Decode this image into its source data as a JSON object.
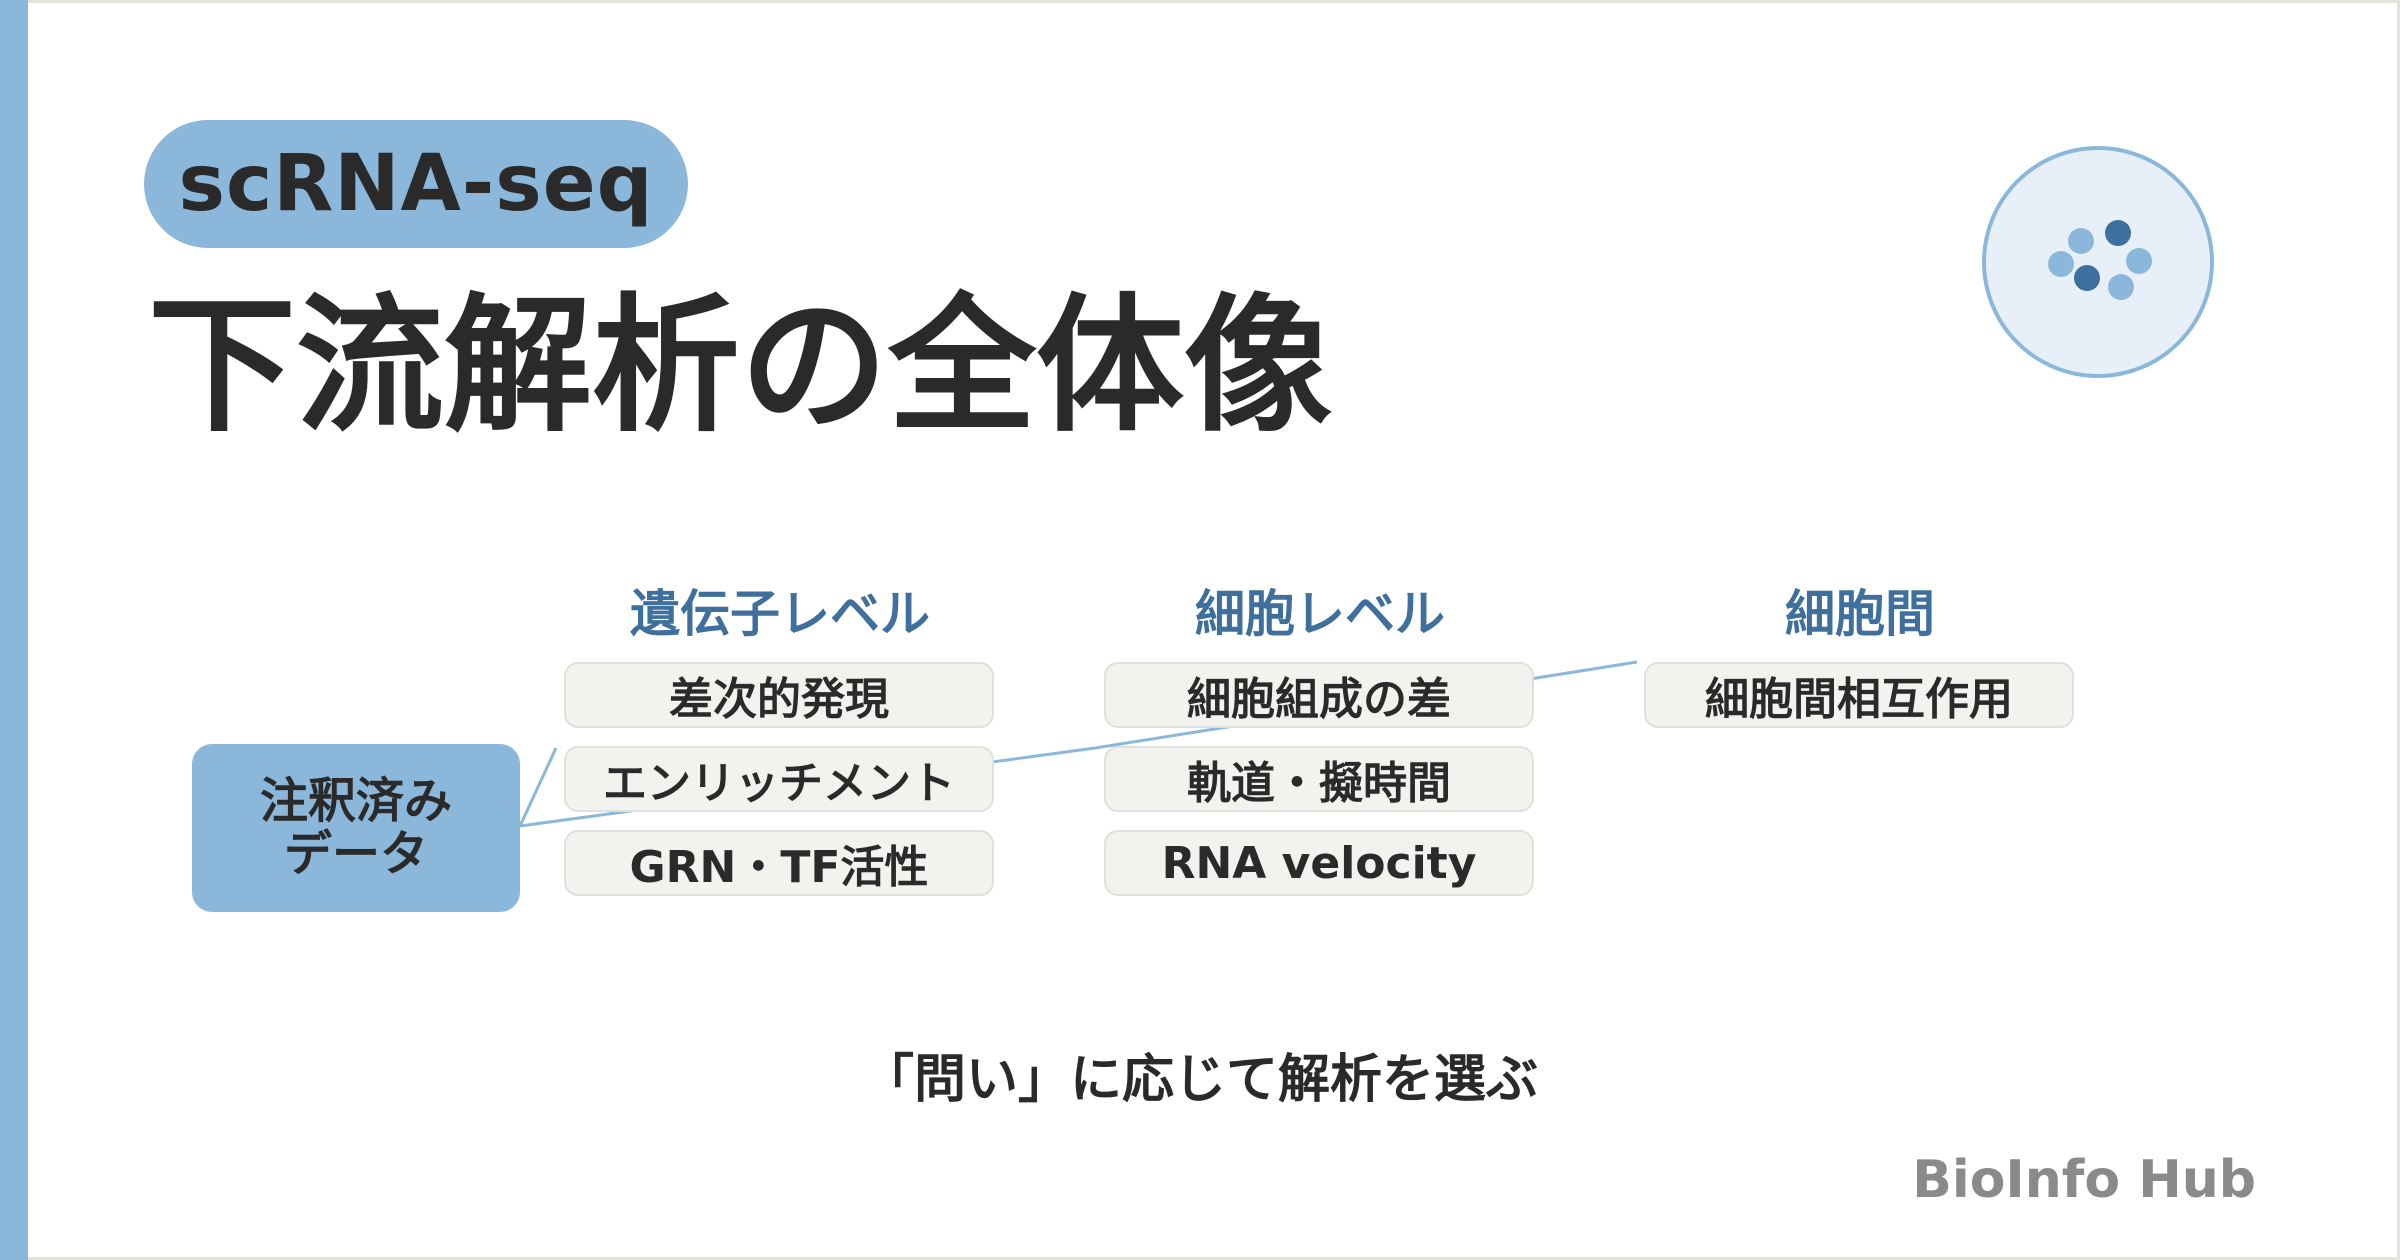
{
  "tag": "scRNA-seq",
  "title": "下流解析の全体像",
  "source_box": {
    "line1": "注釈済み",
    "line2": "データ"
  },
  "columns": [
    {
      "heading": "遺伝子レベル",
      "items": [
        "差次的発現",
        "エンリッチメント",
        "GRN・TF活性"
      ]
    },
    {
      "heading": "細胞レベル",
      "items": [
        "細胞組成の差",
        "軌道・擬時間",
        "RNA velocity"
      ]
    },
    {
      "heading": "細胞間",
      "items": [
        "細胞間相互作用"
      ]
    }
  ],
  "subtitle": "「問い」に応じて解析を選ぶ",
  "brand": "BioInfo Hub",
  "colors": {
    "accent": "#8ab7da",
    "heading": "#3f6f9c",
    "text": "#2a2a2a",
    "brand": "#8a8a88"
  }
}
